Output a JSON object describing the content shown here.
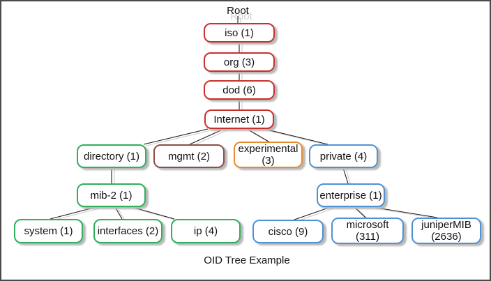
{
  "diagram": {
    "type": "tree",
    "caption": "OID Tree Example",
    "root_label": "Root",
    "palette": {
      "red": "#C9302B",
      "green": "#2EB05E",
      "maroon": "#8E4F46",
      "orange": "#E88B2D",
      "blue": "#4E92D6",
      "line": "#1C1C1C",
      "line_shadow": "#CCCCCC"
    },
    "nodes": {
      "root": {
        "label": "Root",
        "parent": null
      },
      "iso": {
        "label": "iso (1)",
        "color": "red",
        "parent": "root"
      },
      "org": {
        "label": "org (3)",
        "color": "red",
        "parent": "iso"
      },
      "dod": {
        "label": "dod (6)",
        "color": "red",
        "parent": "org"
      },
      "internet": {
        "label": "Internet (1)",
        "color": "red",
        "parent": "dod"
      },
      "directory": {
        "label": "directory (1)",
        "color": "green",
        "parent": "internet"
      },
      "mgmt": {
        "label": "mgmt (2)",
        "color": "maroon",
        "parent": "internet"
      },
      "experimental": {
        "label": "experimental\n(3)",
        "color": "orange",
        "parent": "internet"
      },
      "private": {
        "label": "private (4)",
        "color": "blue",
        "parent": "internet"
      },
      "mib2": {
        "label": "mib-2 (1)",
        "color": "green",
        "parent": "directory"
      },
      "enterprise": {
        "label": "enterprise (1)",
        "color": "blue",
        "parent": "private"
      },
      "system": {
        "label": "system (1)",
        "color": "green",
        "parent": "mib2"
      },
      "interfaces": {
        "label": "interfaces (2)",
        "color": "green",
        "parent": "mib2"
      },
      "ip": {
        "label": "ip (4)",
        "color": "green",
        "parent": "mib2"
      },
      "cisco": {
        "label": "cisco (9)",
        "color": "blue",
        "parent": "enterprise"
      },
      "microsoft": {
        "label": "microsoft\n(311)",
        "color": "blue",
        "parent": "enterprise"
      },
      "junipermib": {
        "label": "juniperMIB\n(2636)",
        "color": "blue",
        "parent": "enterprise"
      }
    }
  }
}
